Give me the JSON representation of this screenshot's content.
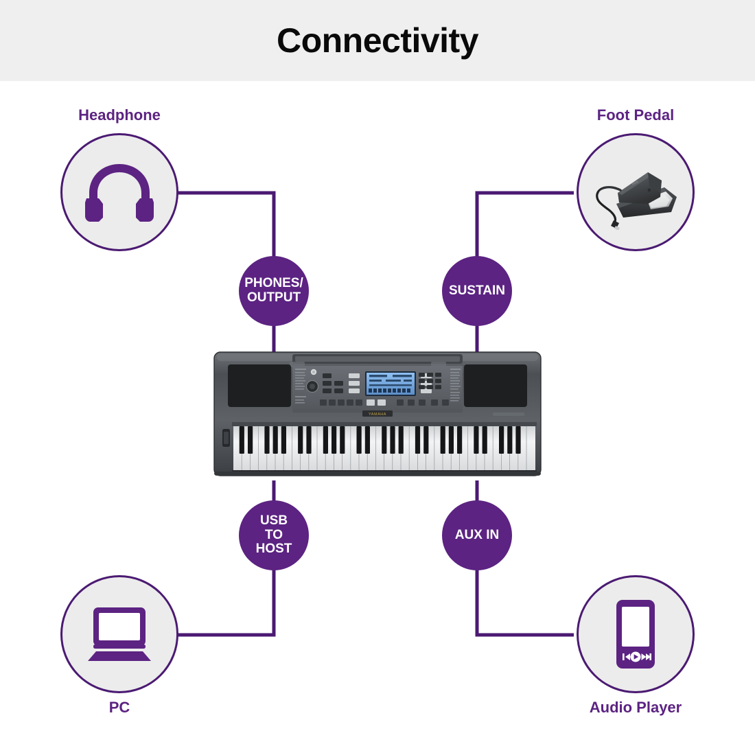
{
  "header": {
    "title": "Connectivity",
    "band_color": "#efefef",
    "title_color": "#0a0a0a"
  },
  "theme": {
    "purple_fill": "#5c2382",
    "purple_line": "#4b1a72",
    "device_circle_fill": "#ececec",
    "label_text": "#5c2382",
    "port_text": "#ffffff",
    "page_background": "#ffffff"
  },
  "devices": [
    {
      "id": "headphone",
      "label": "Headphone",
      "icon": "headphone-icon",
      "position": "top-left"
    },
    {
      "id": "foot-pedal",
      "label": "Foot Pedal",
      "icon": "sustain-pedal-photo",
      "position": "top-right"
    },
    {
      "id": "pc",
      "label": "PC",
      "icon": "laptop-icon",
      "position": "bottom-left"
    },
    {
      "id": "audio-player",
      "label": "Audio Player",
      "icon": "portable-media-player-icon",
      "position": "bottom-right"
    }
  ],
  "ports": [
    {
      "id": "phones-output",
      "lines": [
        "PHONES/",
        "OUTPUT"
      ],
      "connects_device": "headphone",
      "position": "upper-left"
    },
    {
      "id": "sustain",
      "lines": [
        "SUSTAIN"
      ],
      "connects_device": "foot-pedal",
      "position": "upper-right"
    },
    {
      "id": "usb-to-host",
      "lines": [
        "USB",
        "TO",
        "HOST"
      ],
      "connects_device": "pc",
      "position": "lower-left"
    },
    {
      "id": "aux-in",
      "lines": [
        "AUX IN"
      ],
      "connects_device": "audio-player",
      "position": "lower-right"
    }
  ],
  "center_device": {
    "id": "keyboard",
    "name": "digital-keyboard-photo",
    "brand": "YAMAHA",
    "key_count": 61,
    "body_color": "#5a5d61",
    "screen_color": "#7fb0e6"
  },
  "media_controls": {
    "previous": "⏮",
    "play": "▶",
    "next": "⏭"
  }
}
